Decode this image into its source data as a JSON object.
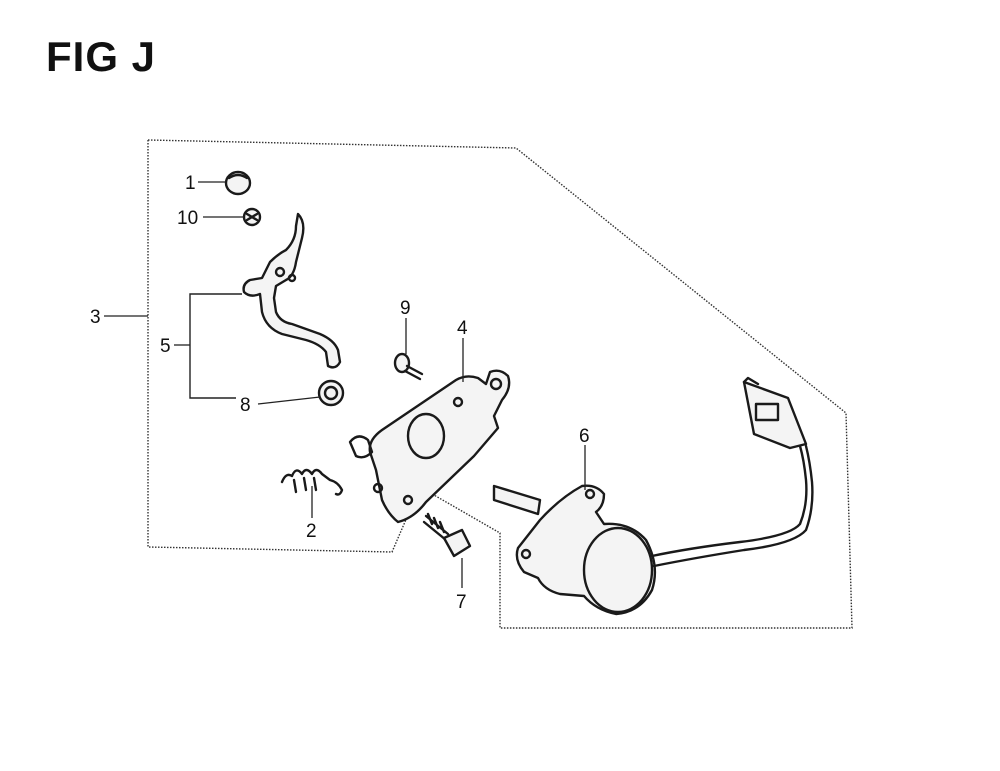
{
  "figure": {
    "title": "FIG J"
  },
  "callouts": {
    "c1": "1",
    "c2": "2",
    "c3": "3",
    "c4": "4",
    "c5": "5",
    "c6": "6",
    "c7": "7",
    "c8": "8",
    "c9": "9",
    "c10": "10"
  }
}
